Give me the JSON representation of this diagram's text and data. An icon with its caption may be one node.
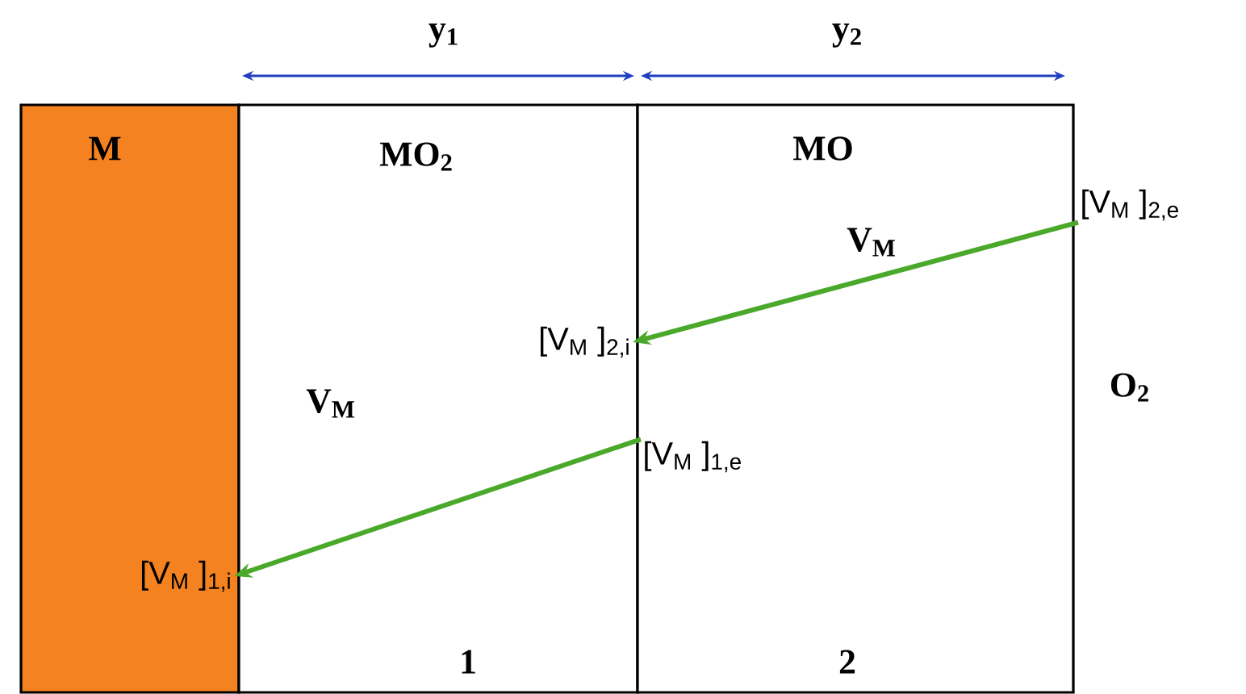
{
  "diagram": {
    "nodes": [
      {
        "text": [
          "M"
        ]
      },
      {
        "text": [
          "MO$_{2}$",
          "V$_{M}$",
          "1"
        ]
      },
      {
        "text": [
          "MO",
          "2"
        ]
      },
      {
        "text": [
          "[V$_{M}$ ]$_{2,e}$"
        ]
      },
      {
        "text": [
          "[V$_{M}$ ]$_{2,i}$"
        ],
        "in": 1
      },
      {
        "text": [
          "[V$_{M}$ ]$_{1,e}$"
        ],
        "in": 2
      },
      {
        "text": [
          "[V$_{M}$ ]$_{1,i}$"
        ],
        "in": 0
      }
    ],
    "edges": [
      {
        "from": 3,
        "to": 4,
        "arrow": "to",
        "label": "V$_{M}$"
      },
      {
        "from": 5,
        "to": 6,
        "arrow": "to"
      }
    ],
    "labels": [
      "y$_{1}$",
      "y$_{2}$",
      "O$_{2}$"
    ]
  }
}
